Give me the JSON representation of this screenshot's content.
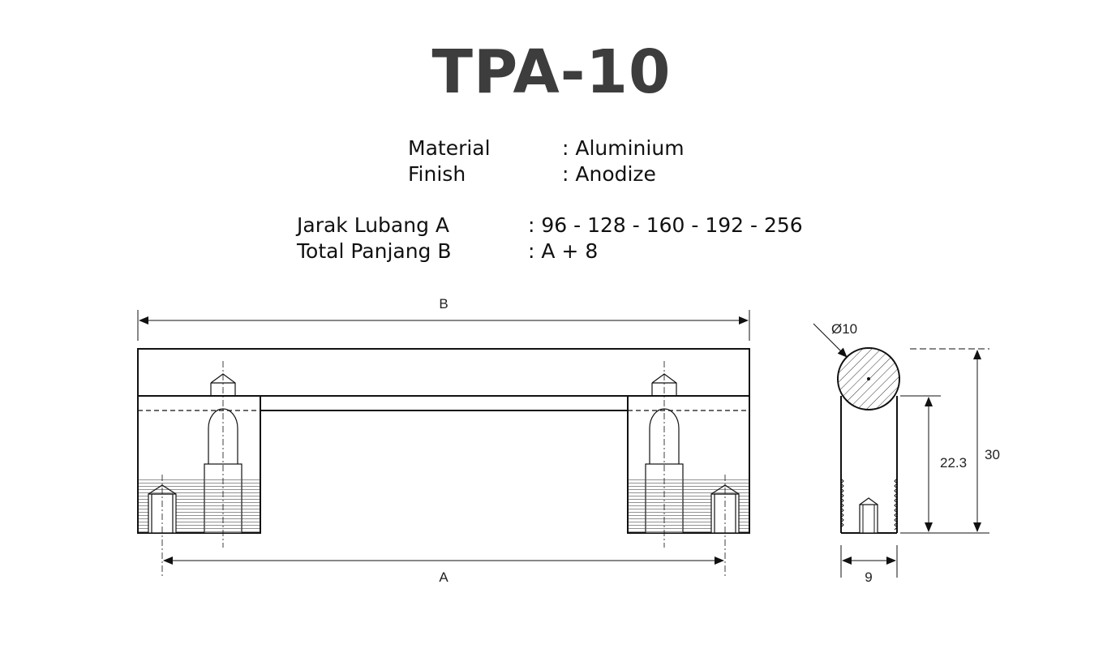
{
  "title": "TPA-10",
  "specs": {
    "material_label": "Material",
    "material_value": ": Aluminium",
    "finish_label": "Finish",
    "finish_value": ": Anodize",
    "jarak_label": "Jarak Lubang A",
    "jarak_value": ": 96 - 128 - 160 - 192 - 256",
    "total_label": "Total Panjang B",
    "total_value": ": A + 8"
  },
  "dimensions": {
    "b_label": "B",
    "a_label": "A",
    "diameter_label": "Ø10",
    "height_inner_label": "22.3",
    "height_total_label": "30",
    "width_label": "9"
  }
}
